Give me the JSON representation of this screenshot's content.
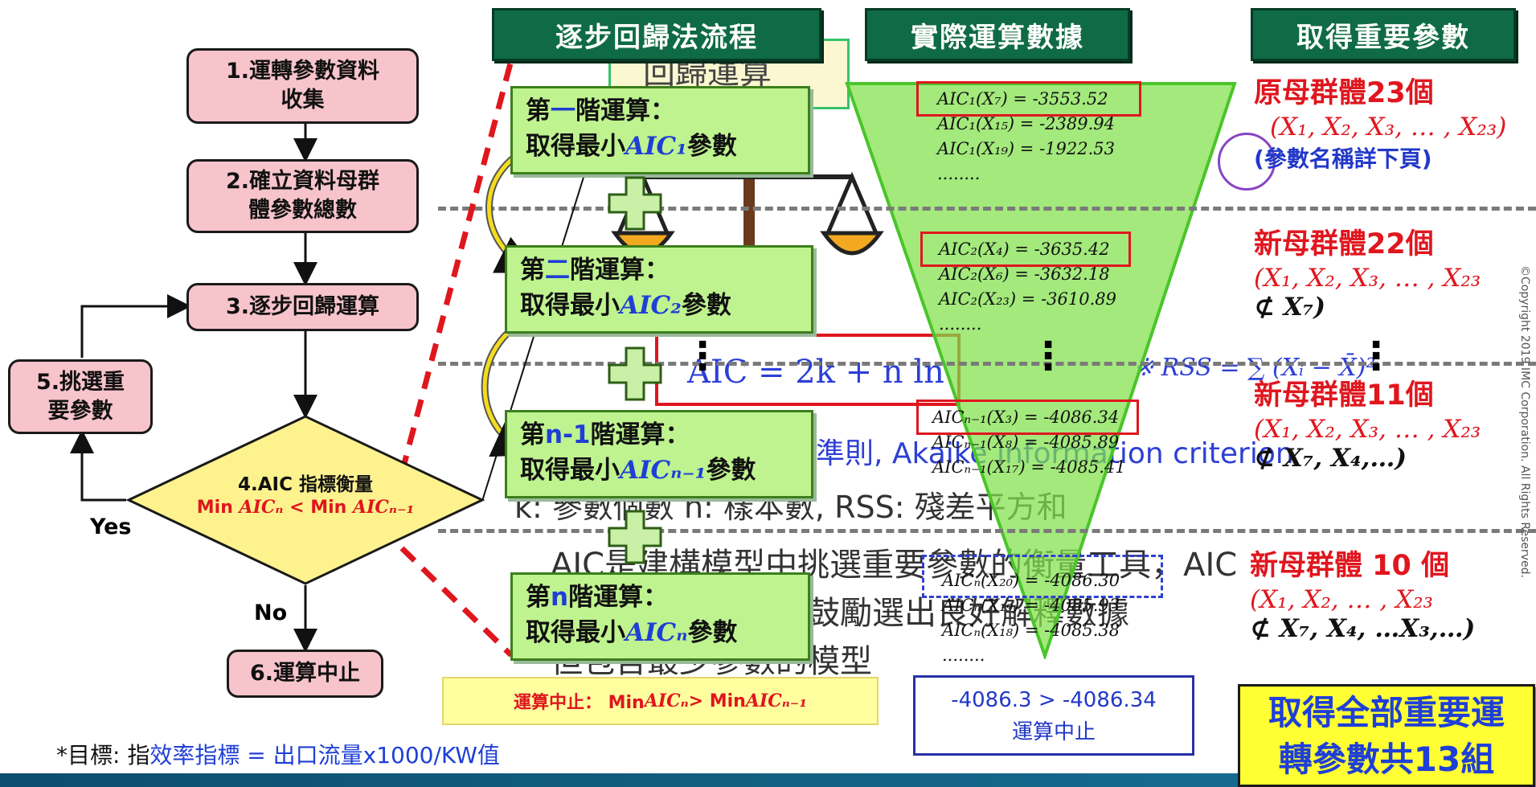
{
  "headers": {
    "process": "逐步回歸法流程",
    "data": "實際運算數據",
    "params": "取得重要參數"
  },
  "flow": {
    "n1": "1.運轉參數資料\n收集",
    "n2": "2.確立資料母群\n體參數總數",
    "n3": "3.逐步回歸運算",
    "n4_title": "4.AIC 指標衡量",
    "n4_min1": "Min ",
    "n4_aicn": "AICₙ",
    "n4_lt": " < Min ",
    "n4_aicn1": "AICₙ₋₁",
    "n5": "5.挑選重\n要參數",
    "n6": "6.運算中止",
    "yes": "Yes",
    "no": "No"
  },
  "steps": [
    {
      "pre": "第",
      "num": "一",
      "post": "階運算：",
      "line2": "取得最小",
      "aic": "AIC₁",
      "suffix": "參數"
    },
    {
      "pre": "第",
      "num": "二",
      "post": "階運算：",
      "line2": "取得最小",
      "aic": "AIC₂",
      "suffix": "參數"
    },
    {
      "pre": "第",
      "num": "n-1",
      "post": "階運算：",
      "line2": "取得最小",
      "aic": "AICₙ₋₁",
      "suffix": "參數"
    },
    {
      "pre": "第",
      "num": "n",
      "post": "階運算：",
      "line2": "取得最小",
      "aic": "AICₙ",
      "suffix": "參數"
    }
  ],
  "aic_groups": [
    {
      "items": [
        "AIC₁(X₇) = -3553.52",
        "AIC₁(X₁₅) = -2389.94",
        "AIC₁(X₁₉) = -1922.53"
      ],
      "more": "........"
    },
    {
      "items": [
        "AIC₂(X₄) = -3635.42",
        "AIC₂(X₆) = -3632.18",
        "AIC₂(X₂₃) = -3610.89"
      ],
      "more": "........"
    },
    {
      "items": [
        "AICₙ₋₁(X₃) = -4086.34",
        "AICₙ₋₁(X₈) = -4085.89",
        "AICₙ₋₁(X₁₇) = -4085.41"
      ],
      "more": ""
    },
    {
      "items": [
        "AICₙ(X₂₀) = -4086.30",
        "AICₙ(X₁₉) = -4085.93",
        "AICₙ(X₁₈) = -4085.38"
      ],
      "more": "........"
    }
  ],
  "vdots": "⋮",
  "stop": {
    "label": "運算中止： Min ",
    "aicn": "AICₙ",
    "mid": " > Min ",
    "aicn1": "AICₙ₋₁"
  },
  "compare": {
    "line1": "-4086.3 > -4086.34",
    "line2": "運算中止"
  },
  "pops": [
    {
      "title": "原母群體23個",
      "set": "(X₁, X₂, X₃, … , X₂₃)",
      "note": "(參數名稱詳下頁)"
    },
    {
      "title": "新母群體22個",
      "set": "(X₁, X₂, X₃, … , X₂₃",
      "excl": "⊄ X₇)"
    },
    {
      "title": "新母群體11個",
      "set": "(X₁, X₂, X₃, … , X₂₃",
      "excl": "⊄ X₇, X₄,…)"
    },
    {
      "title": "新母群體 10 個",
      "set": "(X₁, X₂, … , X₂₃",
      "excl": "⊄ X₇, X₄, …X₃,…)"
    }
  ],
  "final": {
    "line1": "取得全部重要運",
    "line2": "轉參數共13組"
  },
  "footnote": {
    "pre": "*目標: 指",
    "mid": "效率指標",
    "post": " = 出口流量x1000/KW值"
  },
  "copyright": "©Copyright 2019 IMC Corporation. All Rights Reserved.",
  "background": {
    "regression": "回歸運算",
    "formula": "AIC = 2k + n ln",
    "rss": "※ RSS = ∑ (Xᵢ − X̄)²",
    "criterion": "準則, Akaike information criterion",
    "sample": "k: 參數個數  n: 樣本數, RSS: 殘差平方和",
    "desc1": "AIC是建構模型中挑選重要參數的衡量工具，AIC",
    "desc2": "可避免過度配適，鼓勵選出良好解釋數據",
    "desc3": "但包含最少參數的模型"
  },
  "colors": {
    "header": "#0f6b45",
    "step": "#bff38f",
    "red": "#e0161e",
    "blue": "#1f3fd6",
    "flowbox": "#f8c4cc",
    "diamond": "#fdf28e",
    "final": "#ffff33"
  }
}
